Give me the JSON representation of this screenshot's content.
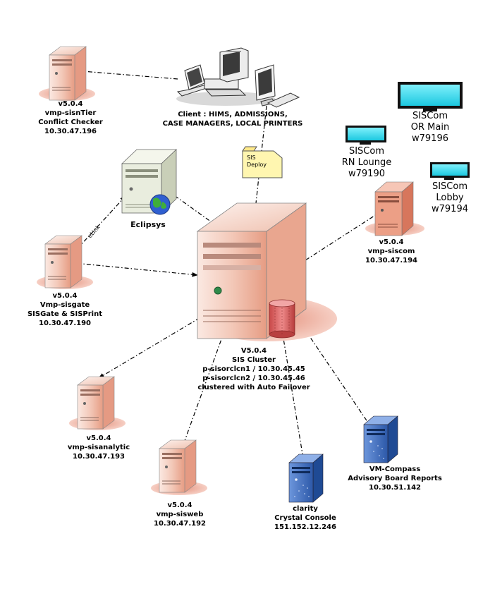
{
  "client": {
    "line1": "Client : HIMS, ADMISSIONS,",
    "line2": "CASE MANAGERS, LOCAL PRINTERS"
  },
  "sistier": {
    "version": "v5.0.4",
    "name": "vmp-sisnTier",
    "role": "Conflict Checker",
    "ip": "10.30.47.196"
  },
  "eclipsys": {
    "name": "Eclipsys"
  },
  "deploy_doc": {
    "line1": "SIS",
    "line2": "Deploy"
  },
  "displays": {
    "or_main": {
      "line1": "SISCom",
      "line2": "OR Main",
      "line3": "w79196"
    },
    "rn_lounge": {
      "line1": "SISCom",
      "line2": "RN Lounge",
      "line3": "w79190"
    },
    "lobby": {
      "line1": "SISCom",
      "line2": "Lobby",
      "line3": "w79194"
    }
  },
  "siscom": {
    "version": "v5.0.4",
    "name": "vmp-siscom",
    "ip": "10.30.47.194"
  },
  "sisgate": {
    "version": "v5.0.4",
    "name": "Vmp-sisgate",
    "role": "SISGate & SISPrint",
    "ip": "10.30.47.190"
  },
  "elink_label": "eLink",
  "cluster": {
    "version": "V5.0.4",
    "name": "SIS Cluster",
    "node1": "p-sisorclcn1 / 10.30.45.45",
    "node2": "p-sisorclcn2 / 10.30.45.46",
    "note": "clustered with Auto Failover"
  },
  "sisanalytic": {
    "version": "v5.0.4",
    "name": "vmp-sisanalytic",
    "ip": "10.30.47.193"
  },
  "sisweb": {
    "version": "v5.0.4",
    "name": "vmp-sisweb",
    "ip": "10.30.47.192"
  },
  "clarity": {
    "name": "clarity",
    "role": "Crystal Console",
    "ip": "151.152.12.246"
  },
  "compass": {
    "name": "VM-Compass",
    "role": "Advisory Board Reports",
    "ip": "10.30.51.142"
  },
  "colors": {
    "server_fill": "#f1c3b3",
    "server_dark": "#e08e74",
    "shadow": "#e9a08e",
    "eclipsys_fill": "#e8ecdc",
    "blue_server": "#3d6fc4",
    "screen": "#2fd9ec",
    "database": "#d45a5a",
    "doc": "#fff6b0"
  }
}
